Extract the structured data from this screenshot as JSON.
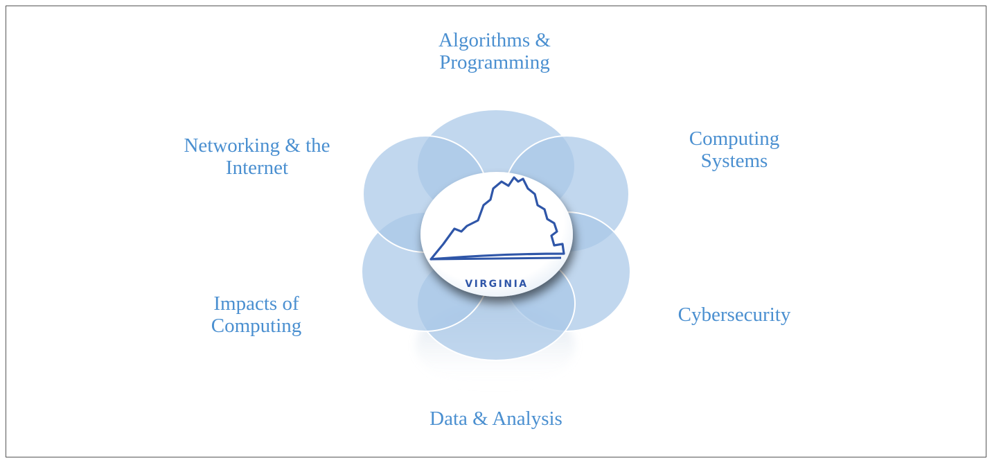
{
  "colors": {
    "label_text": "#4a8fd0",
    "petal_fill": "#a9c8e8",
    "petal_overlap": "#6ea3d6",
    "outline": "#2f56a8",
    "frame_border": "#555555"
  },
  "center": {
    "state_name": "VIRGINIA",
    "emblem": "virginia-state-outline"
  },
  "labels": {
    "algorithms": [
      "Algorithms &",
      "Programming"
    ],
    "computing_systems": [
      "Computing",
      "Systems"
    ],
    "cybersecurity": [
      "Cybersecurity"
    ],
    "data": [
      "Data & Analysis"
    ],
    "impacts": [
      "Impacts of",
      "Computing"
    ],
    "networking": [
      "Networking & the",
      "Internet"
    ]
  }
}
